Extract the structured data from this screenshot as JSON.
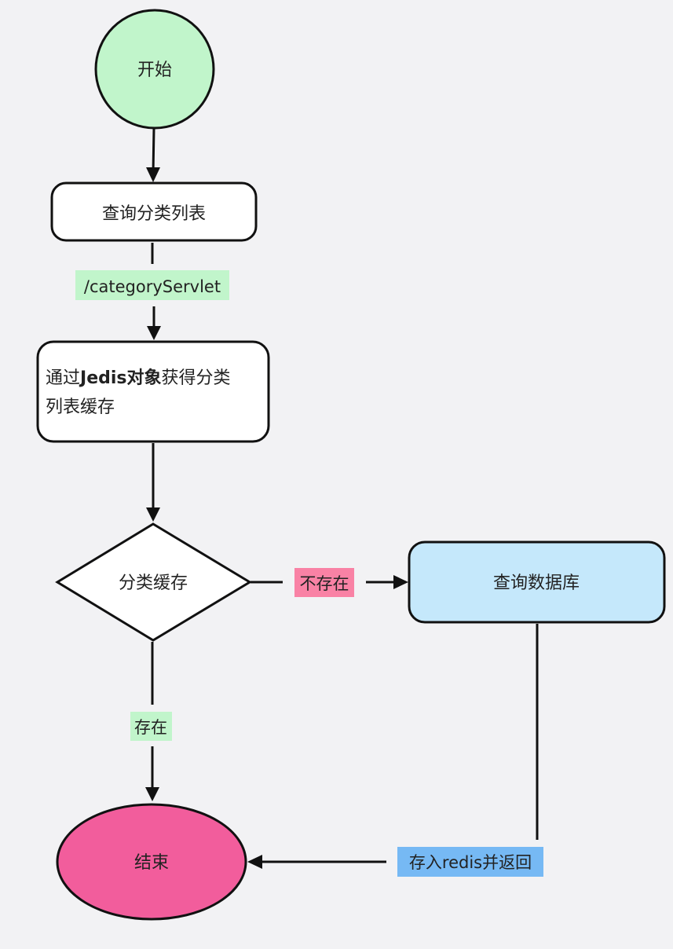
{
  "nodes": {
    "start": {
      "label": "开始",
      "fill": "#c1f5cb"
    },
    "query_category": {
      "label": "查询分类列表",
      "fill": "#ffffff"
    },
    "get_cache": {
      "line1_prefix": "通过",
      "line1_bold": "Jedis对象",
      "line1_suffix": "获得分类",
      "line2": "列表缓存",
      "fill": "#ffffff"
    },
    "decision": {
      "label": "分类缓存",
      "fill": "#ffffff"
    },
    "query_db": {
      "label": "查询数据库",
      "fill": "#c5e8fb"
    },
    "end": {
      "label": "结束",
      "fill": "#f25d9c"
    }
  },
  "edge_labels": {
    "servlet": {
      "text": "/categoryServlet",
      "bg": "#c1f5cb"
    },
    "not_exist": {
      "text": "不存在",
      "bg": "#f982a5"
    },
    "exist": {
      "text": "存在",
      "bg": "#c1f5cb"
    },
    "store_redis": {
      "text": "存入redis并返回",
      "bg": "#76b9f4"
    }
  }
}
